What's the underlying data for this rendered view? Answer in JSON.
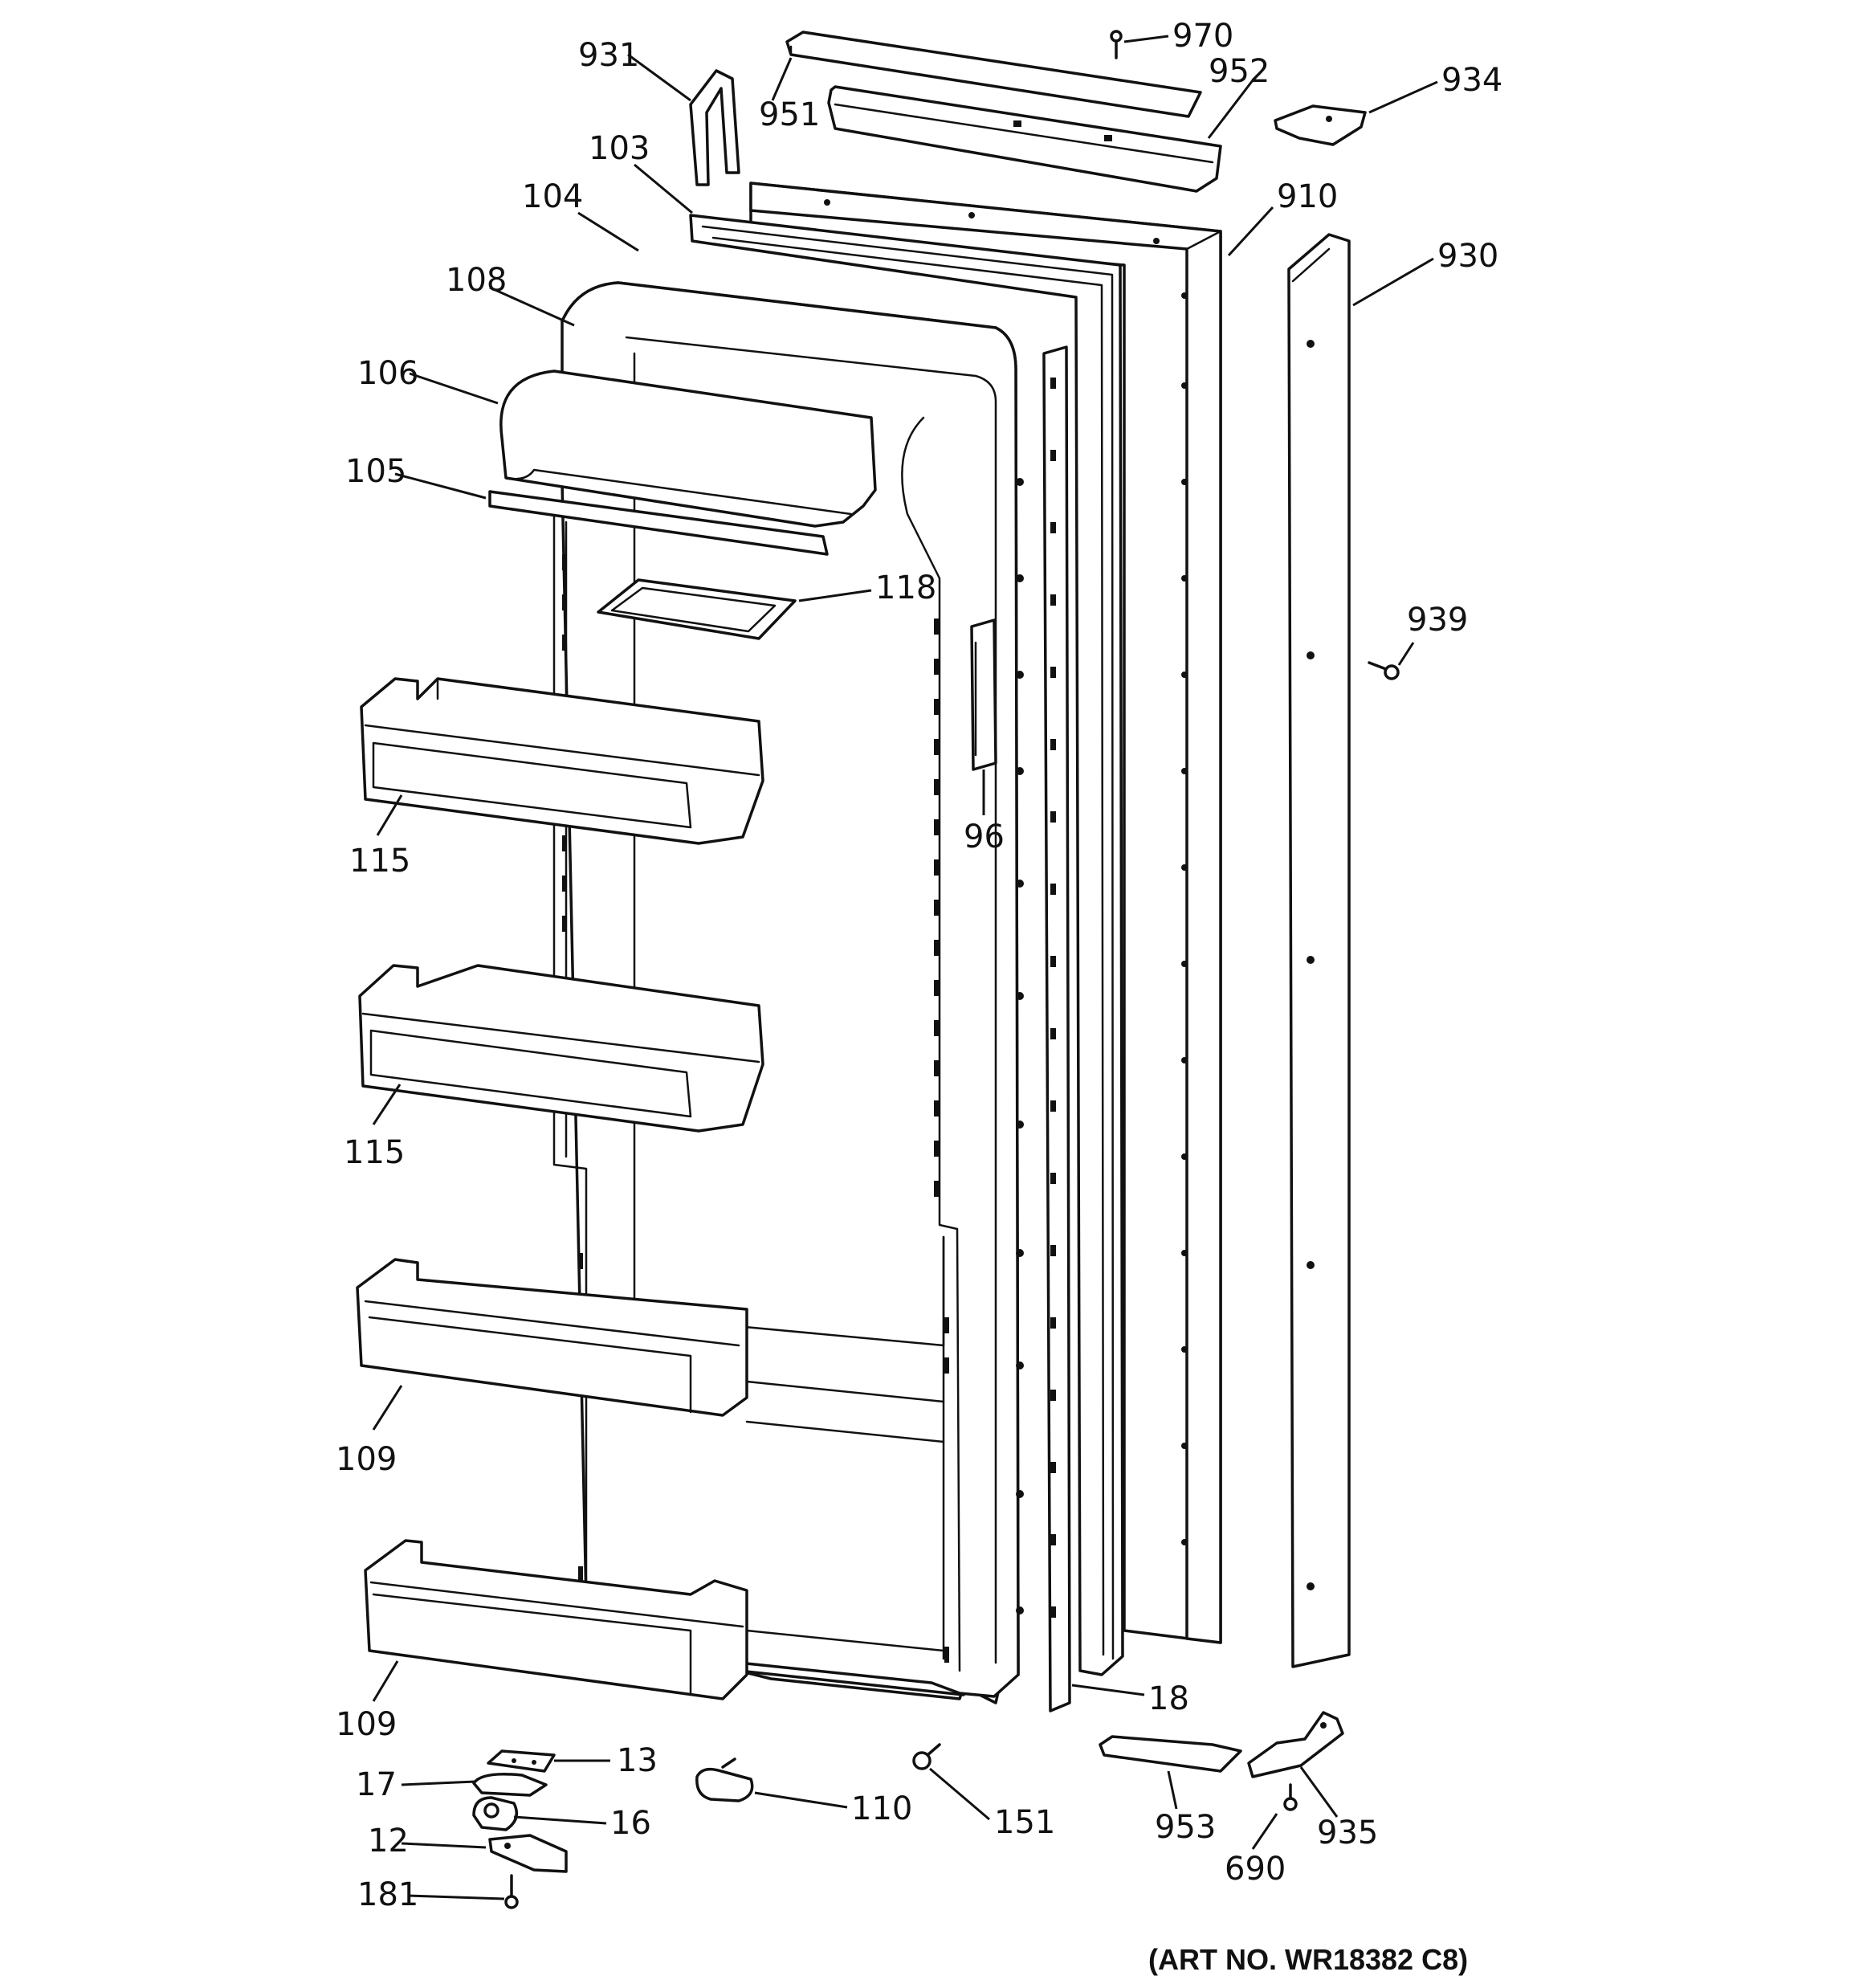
{
  "diagram": {
    "art_number": "(ART NO. WR18382 C8)",
    "callouts": {
      "c931": "931",
      "c951": "951",
      "c970": "970",
      "c952": "952",
      "c934": "934",
      "c103": "103",
      "c104": "104",
      "c910": "910",
      "c930": "930",
      "c108": "108",
      "c106": "106",
      "c105": "105",
      "c118": "118",
      "c939": "939",
      "c96": "96",
      "c115a": "115",
      "c115b": "115",
      "c109a": "109",
      "c109b": "109",
      "c18": "18",
      "c13": "13",
      "c17": "17",
      "c16": "16",
      "c12": "12",
      "c181": "181",
      "c110": "110",
      "c151": "151",
      "c953": "953",
      "c690": "690",
      "c935": "935"
    }
  }
}
